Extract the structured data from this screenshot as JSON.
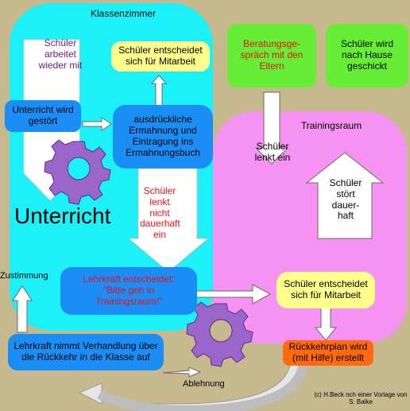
{
  "colors": {
    "background": "#c5b98d",
    "classroom": "#1cf0f8",
    "training_room": "#f692f2",
    "blue_box": "#1b8ef5",
    "yellow_box": "#ffff8c",
    "green_box": "#65ee33",
    "orange_box": "#ff6a0e",
    "gear": "#9b66cc",
    "red_text": "#e8101a",
    "purple_text": "#6b2080"
  },
  "rooms": {
    "classroom_label": "Klassenzimmer",
    "training_label": "Trainingsraum"
  },
  "boxes": {
    "decides_top": "Schüler entscheidet sich für Mitarbeit",
    "counseling": "Beratungsge-spräch mit den Eltern",
    "sent_home": "Schüler wird nach Hause geschickt",
    "disrupted": "Unterricht wird gestört",
    "warning": "ausdrückliche Ermahnung und Eintragung ins Ermahnungsbuch",
    "teacher_decides": "Lehrkraft entscheidet: \"Bitte geh in Trainingsraum!\"",
    "decides_training": "Schüler entscheidet sich für Mitarbeit",
    "return_plan": "Rückkehrplan wird (mit Hilfe) erstellt",
    "negotiation": "Lehrkraft nimmt Verhandlung über die Rückkehr in die Klasse auf"
  },
  "labels": {
    "works_again": "Schüler arbeitet wieder mit",
    "distracts_again": "Schüler lenkt nicht dauerhaft ein",
    "distracts_in": "Schüler lenkt ein",
    "disturbs_permanently": "Schüler stört dauer-haft",
    "lesson": "Unterricht",
    "approval": "Zustimmung",
    "rejection": "Ablehnung",
    "credit": "(c) H.Beck nch einer Vorlage von S. Balke"
  }
}
